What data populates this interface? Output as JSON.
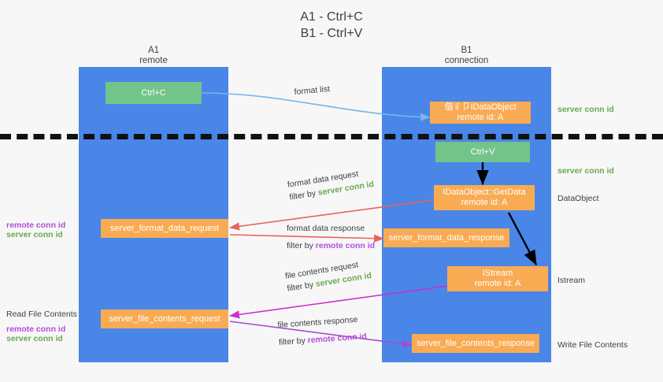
{
  "title": "A1 - Ctrl+C\nB1 - Ctrl+V",
  "colors": {
    "lane": "#4a86e8",
    "box_orange": "#f9ab53",
    "box_green": "#72c48b",
    "server_conn_id": "#6aa84f",
    "remote_conn_id": "#b14fd8",
    "arrow_blue": "#76b5e8",
    "arrow_red": "#e8645a",
    "arrow_magenta": "#cc2fcc",
    "arrow_purple": "#a64dd0",
    "arrow_black": "#000000",
    "background": "#f7f7f7"
  },
  "lanes": [
    {
      "name": "A1",
      "sub": "remote"
    },
    {
      "name": "B1",
      "sub": "connection"
    }
  ],
  "boxes": {
    "ctrl_c": "Ctrl+C",
    "ctrl_v": "Ctrl+V",
    "idataobject": "偕彳卩IDataObject\nremote id: A",
    "getdata": "IDataObject::GetData\nremote id: A",
    "istream": "IStream\nremote id: A",
    "server_format_data_request": "server_format_data_request",
    "server_format_data_response": "server_format_data_response",
    "server_file_contents_request": "server_file_contents_request",
    "server_file_contents_response": "server_file_contents_response"
  },
  "edges": {
    "format_list": "format list",
    "format_data_request": "format data request",
    "format_data_response": "format data response",
    "file_contents_request": "file contents request",
    "file_contents_response": "file contents response",
    "filter_by": "filter by",
    "server_conn_id": "server conn id",
    "remote_conn_id": "remote conn id"
  },
  "right_labels": {
    "server_conn_id_top": "server conn id",
    "server_conn_id_mid": "server conn id",
    "dataobject": "DataObject",
    "istream": "Istream",
    "write_file_contents": "Write File Contents"
  },
  "left_labels": {
    "remote_conn_id_1": "remote conn id",
    "server_conn_id_1": "server conn id",
    "read_file_contents": "Read File Contents",
    "remote_conn_id_2": "remote conn id",
    "server_conn_id_2": "server conn id"
  }
}
